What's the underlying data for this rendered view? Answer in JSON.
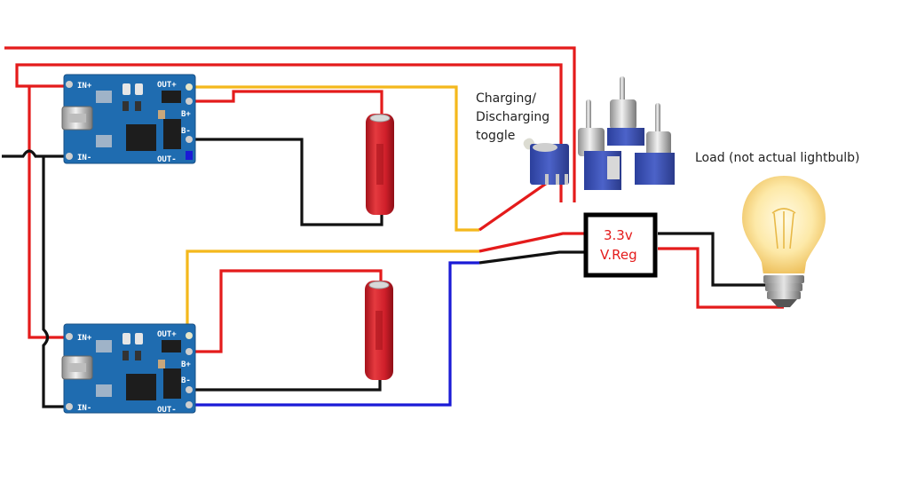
{
  "diagram": {
    "title": "Dual TP4056 charger with charging/discharging toggle and 3.3v regulator",
    "colors": {
      "positive": "#e41b1b",
      "negative": "#111111",
      "output_plus": "#f4b81c",
      "output_minus": "#1a1ad6",
      "pcb": "#1f6cb0",
      "battery": "#cf1f2a"
    },
    "modules": [
      {
        "id": "charger-top",
        "pins": {
          "in_plus": "IN+",
          "in_minus": "IN-",
          "out_plus": "OUT+",
          "out_minus": "OUT-",
          "b_plus": "B+",
          "b_minus": "B-"
        }
      },
      {
        "id": "charger-bottom",
        "pins": {
          "in_plus": "IN+",
          "in_minus": "IN-",
          "out_plus": "OUT+",
          "out_minus": "OUT-",
          "b_plus": "B+",
          "b_minus": "B-"
        }
      }
    ],
    "batteries": [
      {
        "id": "battery-top",
        "type": "18650 Li-ion cell"
      },
      {
        "id": "battery-bottom",
        "type": "18650 Li-ion cell"
      }
    ],
    "toggle": {
      "label_line1": "Charging/",
      "label_line2": "Discharging",
      "label_line3": "toggle"
    },
    "regulator": {
      "line1": "3.3v",
      "line2": "V.Reg"
    },
    "load": {
      "label": "Load (not actual lightbulb)",
      "icon": "lightbulb-icon"
    }
  }
}
